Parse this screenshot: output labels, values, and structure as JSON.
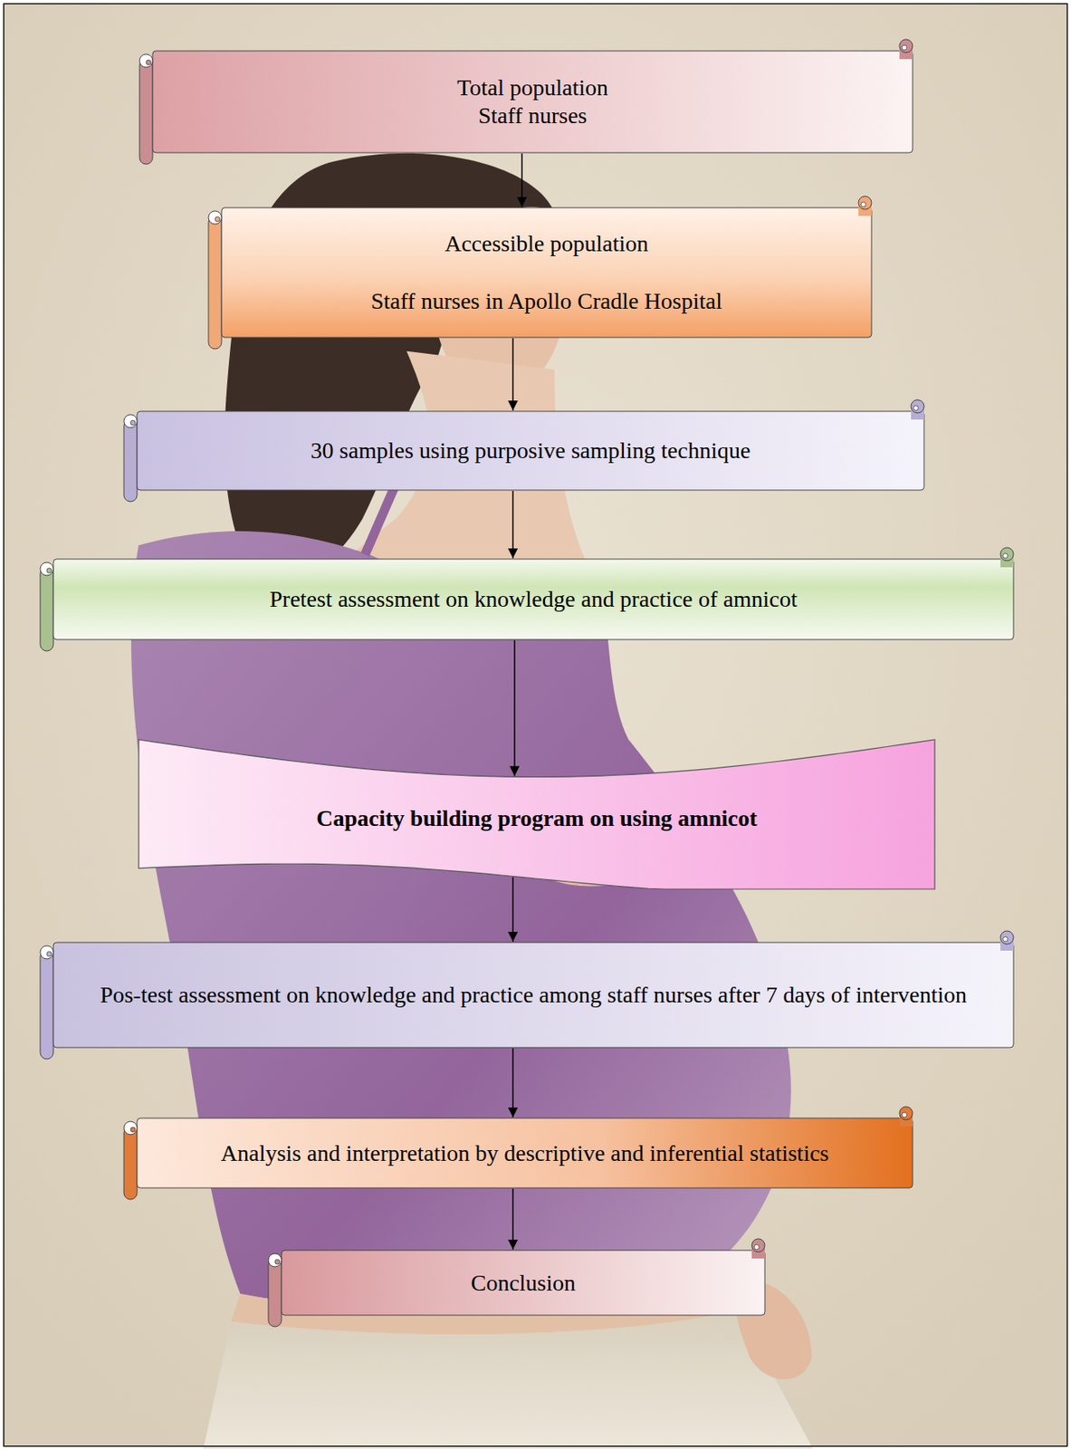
{
  "diagram": {
    "nodes": [
      {
        "text": [
          "Total population Staff nurses"
        ]
      },
      {
        "text": [
          "Accessible population",
          "Staff nurses in Apollo Cradle Hospital"
        ]
      },
      {
        "text": [
          "30 samples using purposive sampling technique"
        ]
      },
      {
        "text": [
          "Pretest assessment on knowledge and practice of amnicot"
        ]
      },
      {
        "text": [
          "Capacity building program on using amnicot"
        ]
      },
      {
        "text": [
          "Pos-test assessment on knowledge and practice among staff nurses after 7 days of intervention"
        ]
      },
      {
        "text": [
          "Analysis and interpretation by descriptive and inferential statistics"
        ]
      },
      {
        "text": [
          "Conclusion"
        ]
      }
    ],
    "edges": [
      {
        "from": 0,
        "to": 1,
        "arrow": "to"
      },
      {
        "from": 1,
        "to": 2,
        "arrow": "to"
      },
      {
        "from": 2,
        "to": 3,
        "arrow": "to"
      },
      {
        "from": 3,
        "to": 4,
        "arrow": "to"
      },
      {
        "from": 4,
        "to": 5,
        "arrow": "to"
      },
      {
        "from": 5,
        "to": 6,
        "arrow": "to"
      },
      {
        "from": 6,
        "to": 7,
        "arrow": "to"
      }
    ]
  }
}
